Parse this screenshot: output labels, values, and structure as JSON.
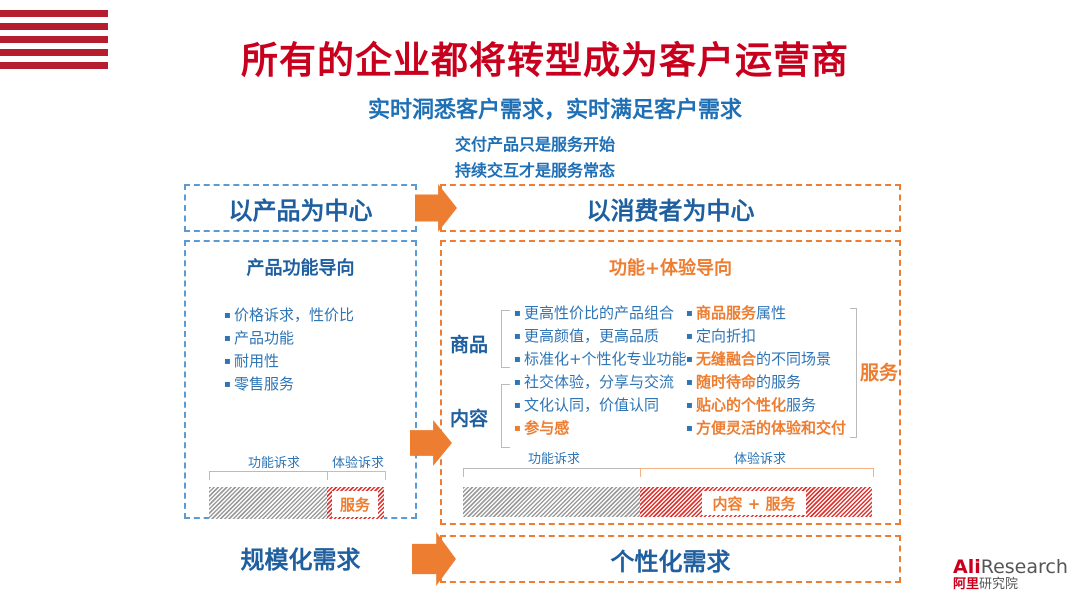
{
  "title": "所有的企业都将转型成为客户运营商",
  "subtitle": "实时洞悉客户需求，实时满足客户需求",
  "lines": [
    "交付产品只是服务开始",
    "持续交互才是服务常态"
  ],
  "left": {
    "header": "以产品为中心",
    "section_title": "产品功能导向",
    "items": [
      "价格诉求，性价比",
      "产品功能",
      "耐用性",
      "零售服务"
    ],
    "bar_labels": [
      "功能诉求",
      "体验诉求"
    ],
    "bar_box": "服务",
    "footer": "规模化需求"
  },
  "right": {
    "header": "以消费者为中心",
    "section_title": "功能+体验导向",
    "group1": "商品",
    "group1_items": [
      "更高性价比的产品组合",
      "更高颜值，更高品质",
      "标准化+个性化专业功能"
    ],
    "group2": "内容",
    "group2_items": [
      "社交体验，分享与交流",
      "文化认同，价值认同",
      "参与感"
    ],
    "service_items": [
      {
        "hl": "商品服务",
        "rest": "属性"
      },
      {
        "hl": "",
        "rest": "定向折扣"
      },
      {
        "hl": "无缝融合",
        "rest": "的不同场景"
      },
      {
        "hl": "随时待命",
        "rest": "的服务"
      },
      {
        "hl": "贴心的个性化",
        "rest": "服务"
      },
      {
        "hl": "方便灵活的体验和交付",
        "rest": ""
      }
    ],
    "service_label": "服务",
    "bar_labels": [
      "功能诉求",
      "体验诉求"
    ],
    "bar_box": "内容 + 服务",
    "footer": "个性化需求"
  },
  "logo": {
    "brand_red": "Ali",
    "brand_grey": "Research",
    "cn_red": "阿里",
    "cn_grey": "研究院"
  }
}
